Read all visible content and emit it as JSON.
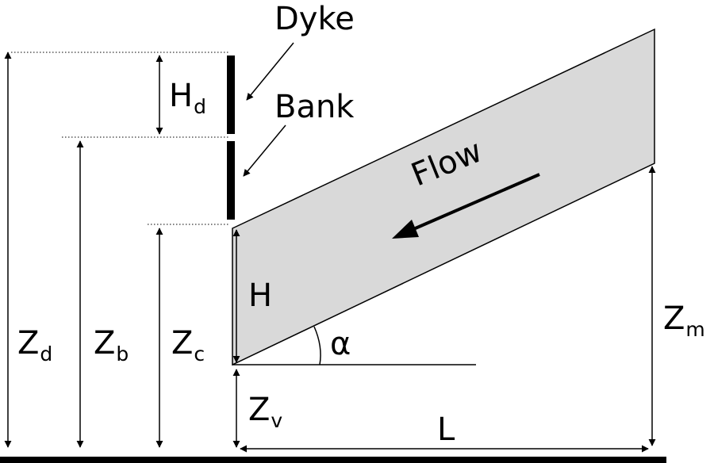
{
  "labels": {
    "dyke": "Dyke",
    "bank": "Bank",
    "flow": "Flow",
    "h": "H",
    "alpha": "α",
    "l": "L",
    "hd": {
      "main": "H",
      "sub": "d"
    },
    "zd": {
      "main": "Z",
      "sub": "d"
    },
    "zb": {
      "main": "Z",
      "sub": "b"
    },
    "zc": {
      "main": "Z",
      "sub": "c"
    },
    "zv": {
      "main": "Z",
      "sub": "v"
    },
    "zm": {
      "main": "Z",
      "sub": "m"
    }
  },
  "colors": {
    "channel_fill": "#d9d9d9",
    "stroke": "#000000"
  }
}
